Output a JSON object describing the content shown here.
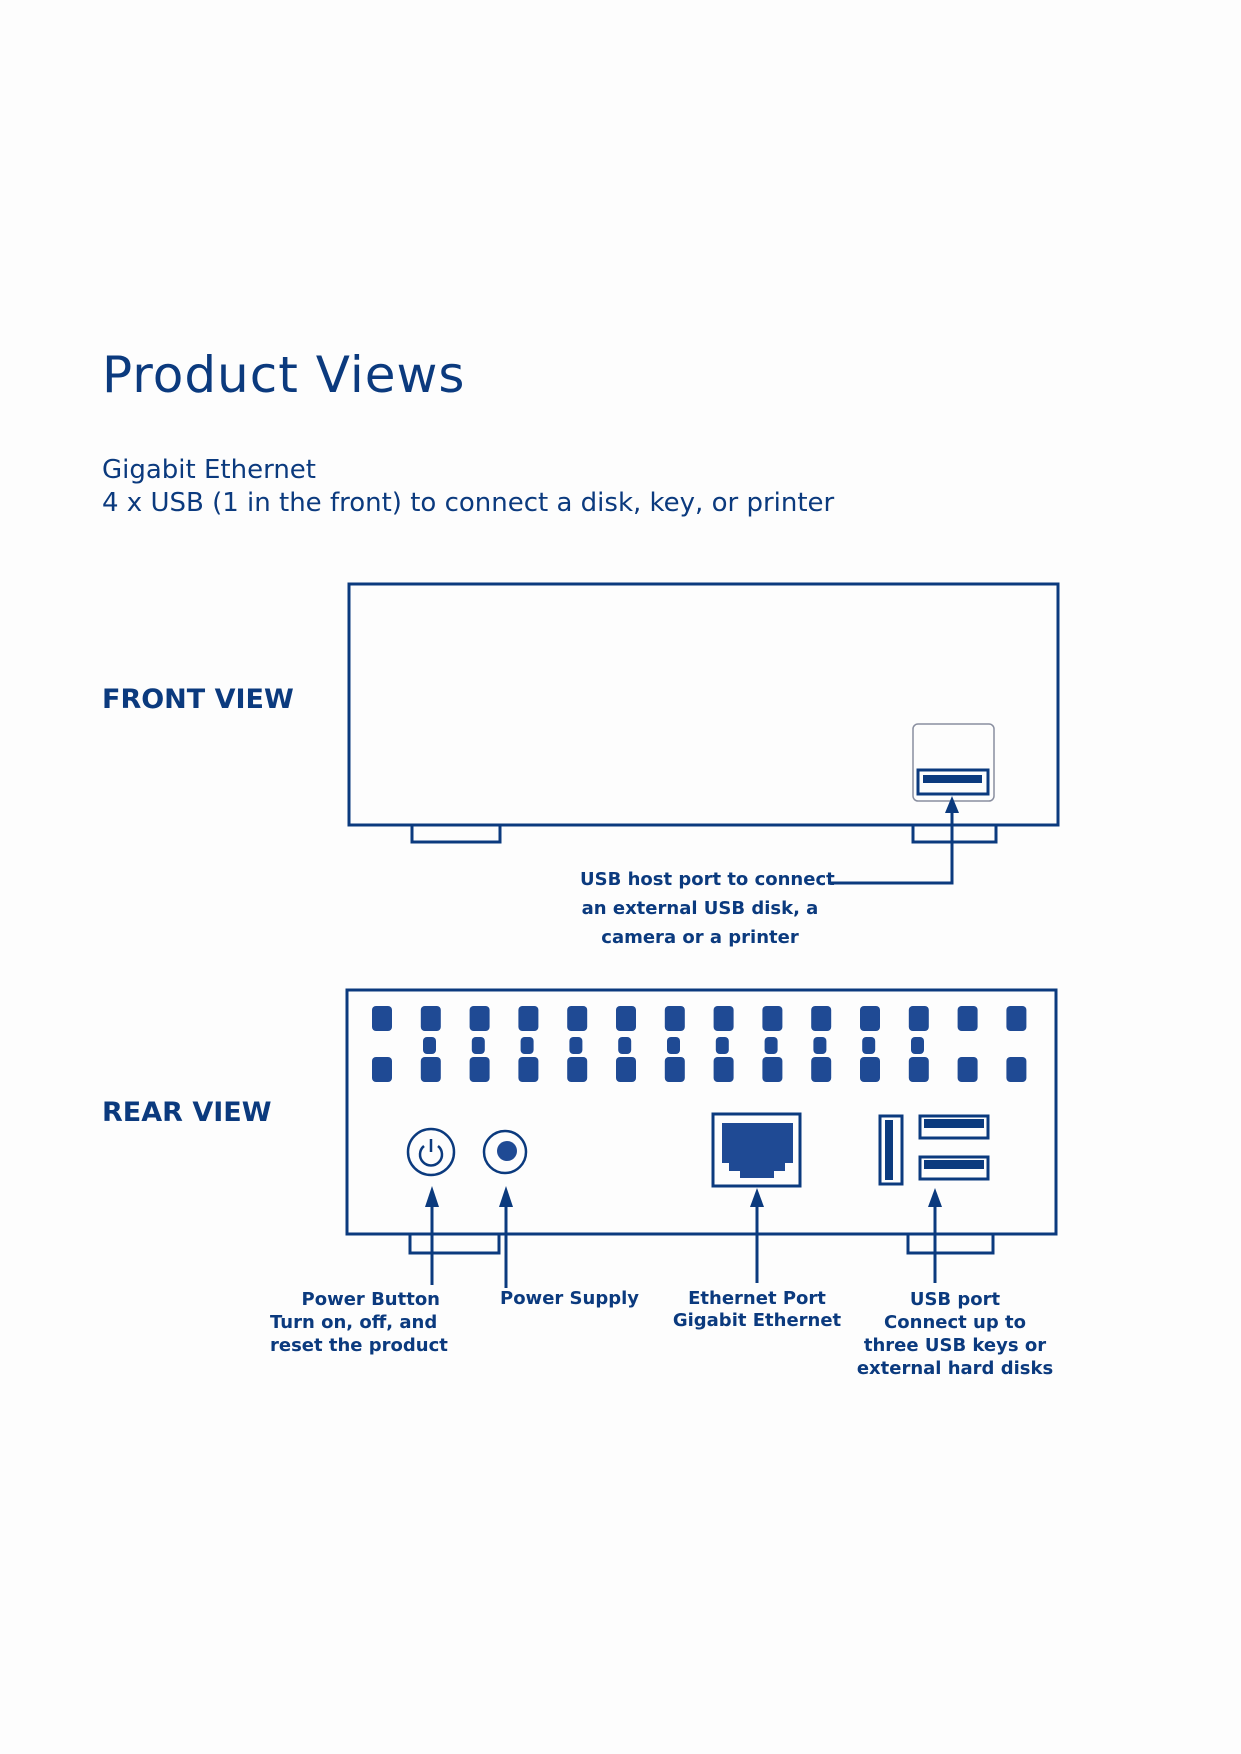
{
  "page": {
    "title": "Product Views",
    "features": [
      "Gigabit Ethernet",
      "4 x USB (1 in the front) to connect a disk, key, or printer"
    ]
  },
  "front_view": {
    "label": "FRONT VIEW",
    "callouts": [
      {
        "name": "usb-host-port",
        "lines": [
          "USB host port to connect",
          "an external USB disk, a",
          "camera or a printer"
        ]
      }
    ]
  },
  "rear_view": {
    "label": "REAR VIEW",
    "callouts": [
      {
        "name": "power-button",
        "lines": [
          "Power Button",
          "Turn on, off, and",
          "reset the product"
        ]
      },
      {
        "name": "power-supply",
        "lines": [
          "Power Supply"
        ]
      },
      {
        "name": "ethernet-port",
        "lines": [
          "Ethernet Port",
          "Gigabit Ethernet"
        ]
      },
      {
        "name": "usb-port",
        "lines": [
          "USB port",
          "Connect up to",
          "three USB keys or",
          "external hard disks"
        ]
      }
    ],
    "vent_large_per_row": 14,
    "vent_small_count": 11
  },
  "colors": {
    "primary": "#0b3a7e",
    "vent": "#1f4a94",
    "port_frame": "#8a8fa0"
  }
}
